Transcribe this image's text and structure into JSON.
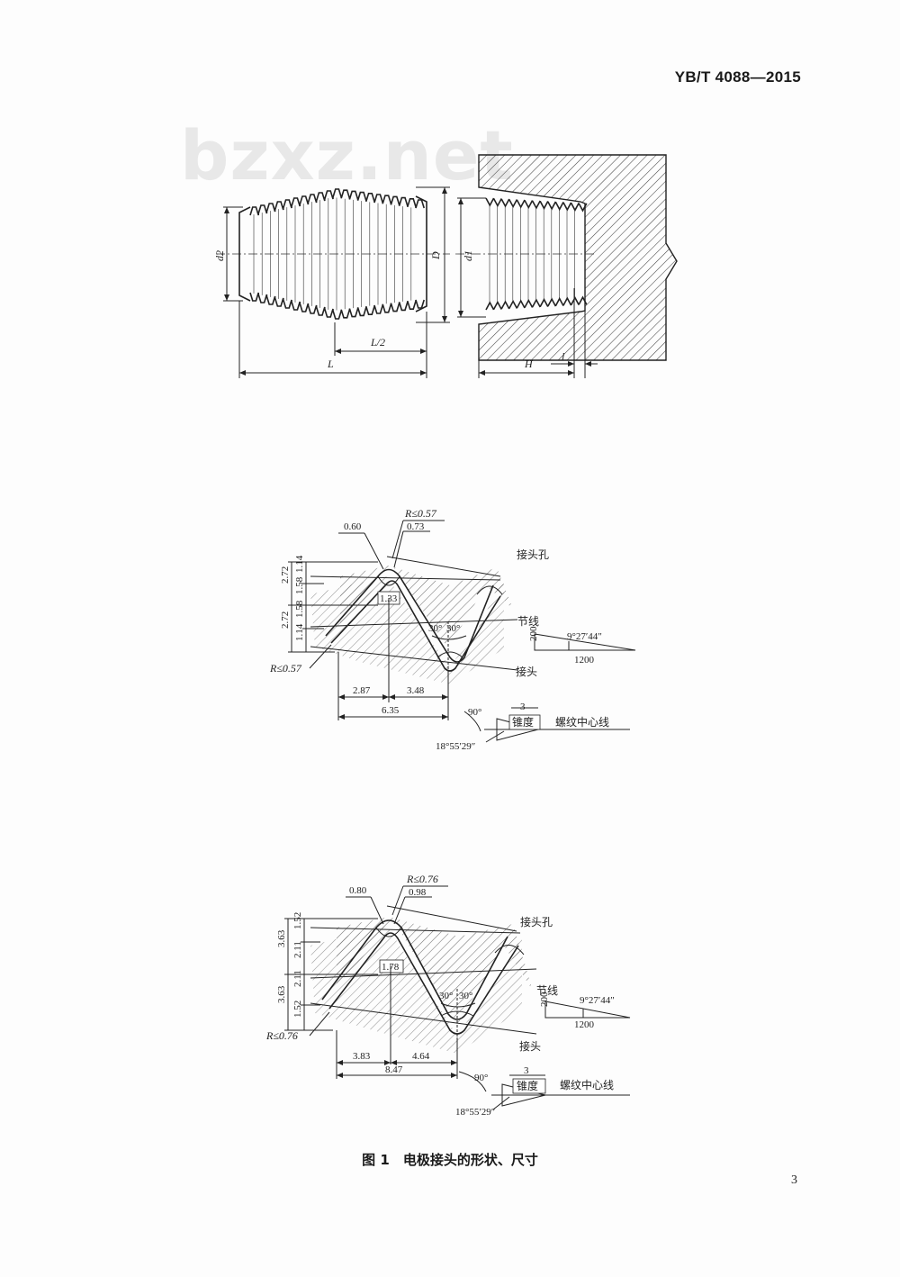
{
  "header": {
    "standard_number": "YB/T 4088—2015"
  },
  "watermark": {
    "text": "bzxz.net"
  },
  "figure_top": {
    "labels": {
      "d2": "d2",
      "D": "D",
      "d1": "d1",
      "L_half": "L/2",
      "L": "L",
      "H": "H",
      "l": "l"
    }
  },
  "profile_small": {
    "dims": {
      "r_top": "R≤0.57",
      "crest_a": "0.60",
      "crest_b": "0.73",
      "mid": "1.33",
      "v1": "2.72",
      "v2": "1.14",
      "v3": "1.58",
      "v4": "2.72",
      "v5": "1.58",
      "v6": "1.14",
      "r_bottom": "R≤0.57",
      "h1": "2.87",
      "h2": "3.48",
      "h_total": "6.35",
      "angle_l": "30°",
      "angle_r": "30°",
      "angle_90": "90°",
      "taper_angle": "18°55′29″",
      "slope_angle": "9°27′44″",
      "slope_rise": "200",
      "slope_run": "1200",
      "taper_ratio": "3"
    },
    "labels": {
      "hole": "接头孔",
      "pitch_line": "节线",
      "nipple": "接头",
      "taper": "锥度",
      "axis": "螺纹中心线"
    }
  },
  "profile_large": {
    "dims": {
      "r_top": "R≤0.76",
      "crest_a": "0.80",
      "crest_b": "0.98",
      "mid": "1.78",
      "v1": "3.63",
      "v2": "1.52",
      "v3": "2.11",
      "v4": "3.63",
      "v5": "2.11",
      "v6": "1.52",
      "r_bottom": "R≤0.76",
      "h1": "3.83",
      "h2": "4.64",
      "h_total": "8.47",
      "angle_l": "30°",
      "angle_r": "30°",
      "angle_90": "90°",
      "taper_angle": "18°55′29″",
      "slope_angle": "9°27′44″",
      "slope_rise": "200",
      "slope_run": "1200",
      "taper_ratio": "3"
    },
    "labels": {
      "hole": "接头孔",
      "pitch_line": "节线",
      "nipple": "接头",
      "taper": "锥度",
      "axis": "螺纹中心线"
    }
  },
  "caption": {
    "text": "图 1　电极接头的形状、尺寸"
  },
  "footer": {
    "page_number": "3"
  }
}
